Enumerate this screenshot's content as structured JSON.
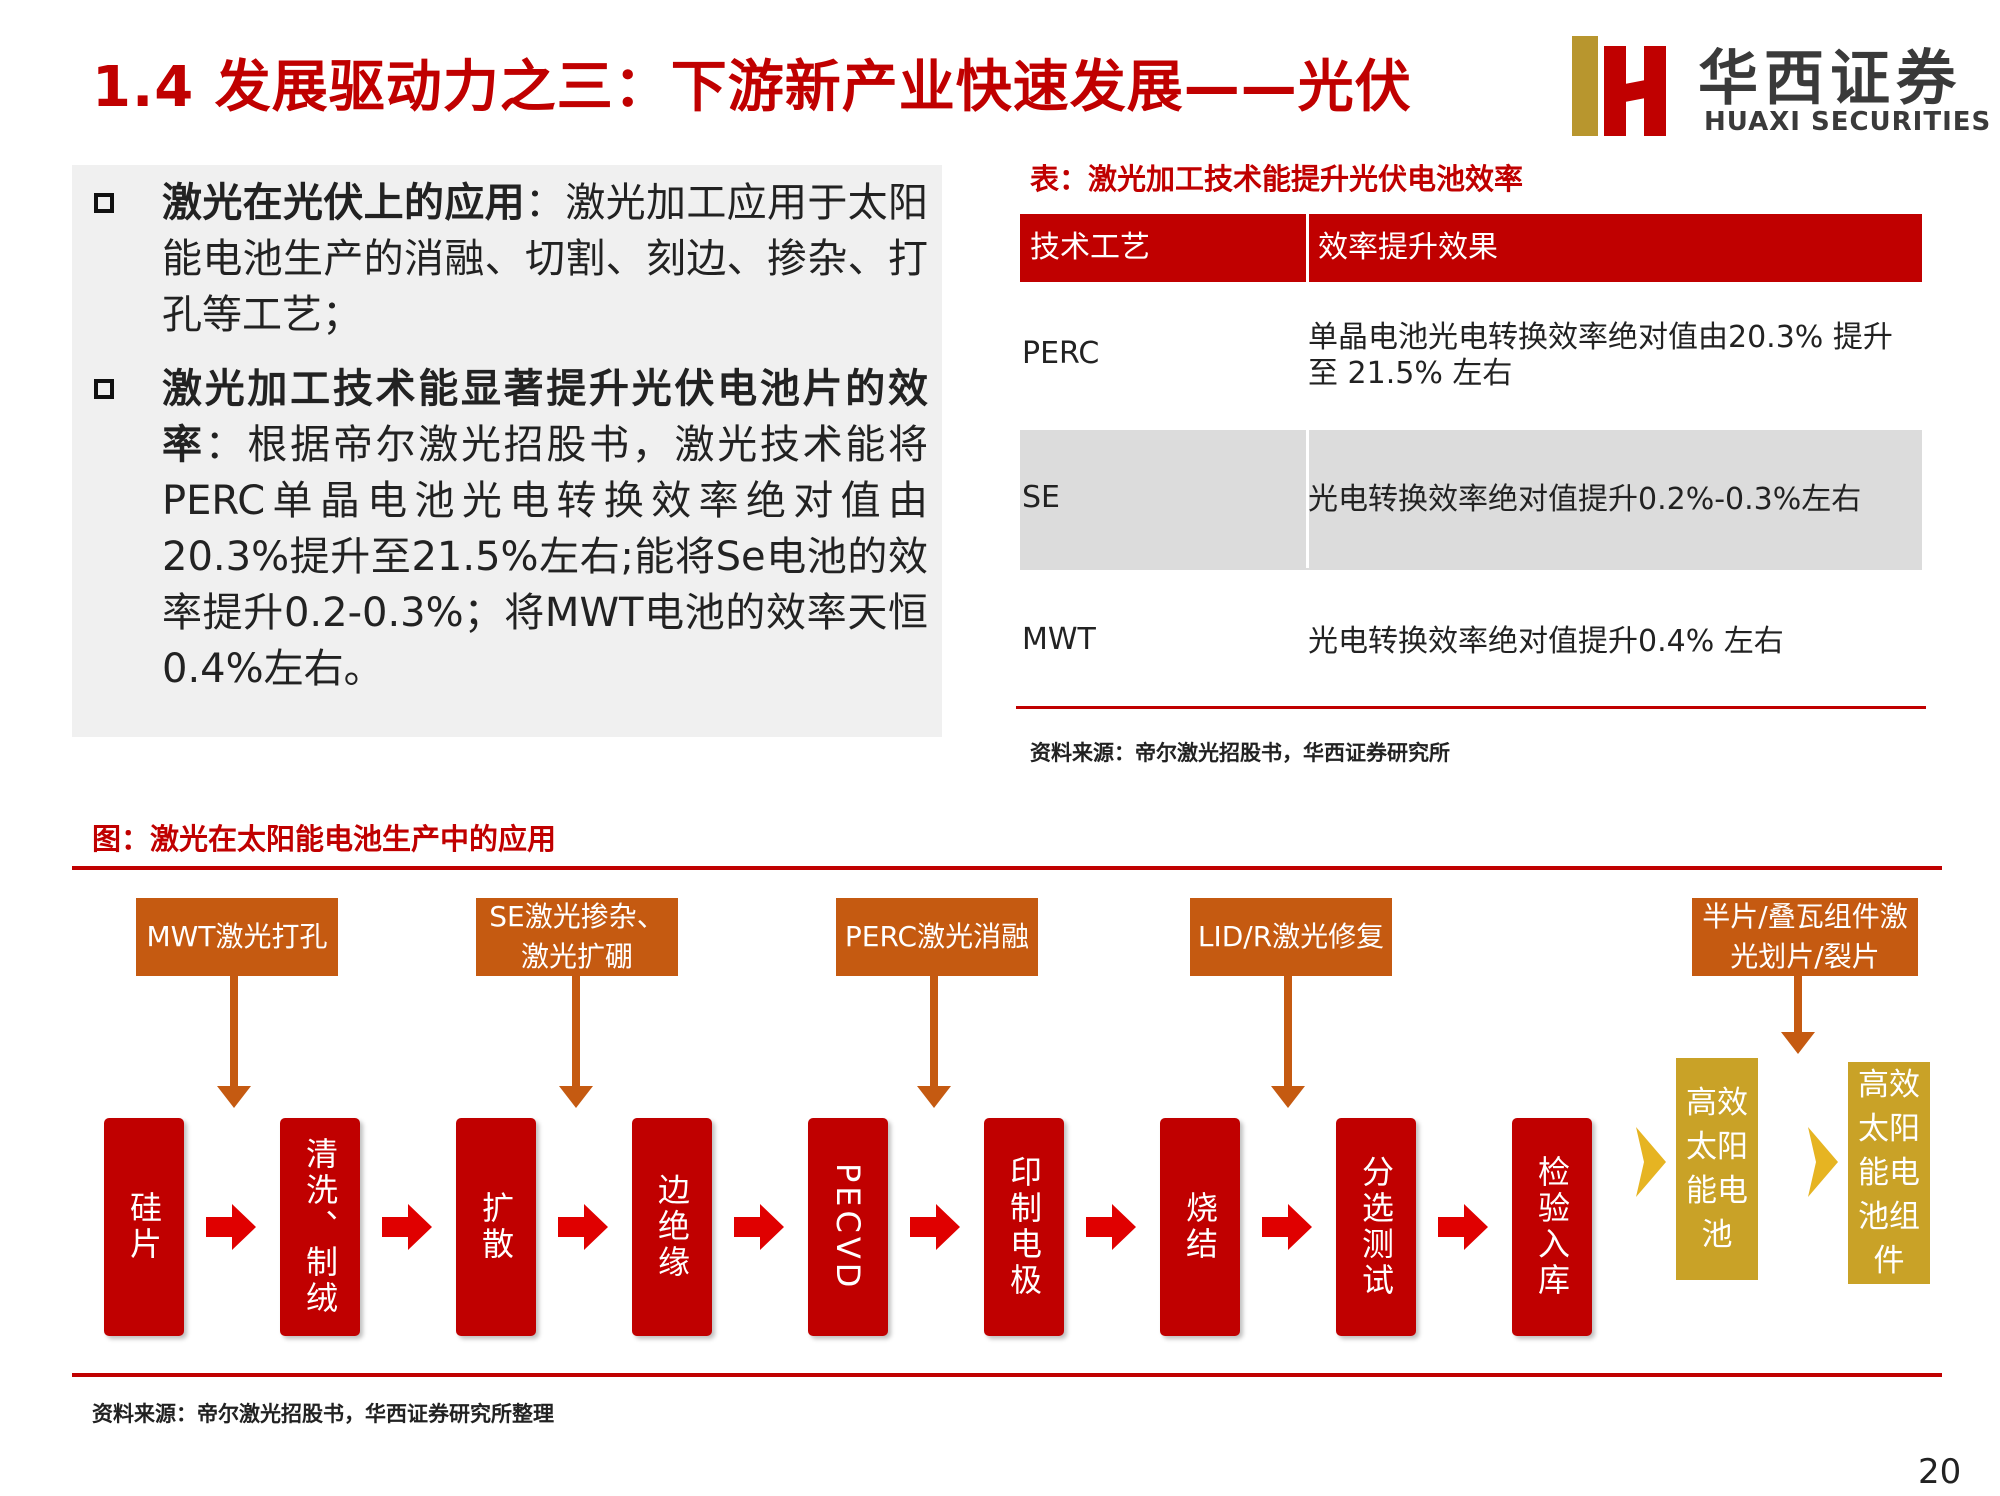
{
  "header": {
    "title": "1.4 发展驱动力之三：下游新产业快速发展——光伏",
    "logo_cn": "华西证券",
    "logo_en": "HUAXI SECURITIES"
  },
  "left_panel": {
    "bullets": [
      {
        "heading": "激光在光伏上的应用",
        "text": "：激光加工应用于太阳能电池生产的消融、切割、刻边、掺杂、打孔等工艺；"
      },
      {
        "heading": "激光加工技术能显著提升光伏电池片的效率",
        "text": "：根据帝尔激光招股书，激光技术能将PERC单晶电池光电转换效率绝对值由20.3%提升至21.5%左右;能将Se电池的效率提升0.2-0.3%；将MWT电池的效率天恒0.4%左右。"
      }
    ]
  },
  "table": {
    "caption": "表：激光加工技术能提升光伏电池效率",
    "headers": [
      "技术工艺",
      "效率提升效果"
    ],
    "rows": [
      [
        "PERC",
        "单晶电池光电转换效率绝对值由20.3% 提升至 21.5% 左右"
      ],
      [
        "SE",
        "光电转换效率绝对值提升0.2%-0.3%左右"
      ],
      [
        "MWT",
        "光电转换效率绝对值提升0.4% 左右"
      ]
    ],
    "source": "资料来源：帝尔激光招股书，华西证券研究所"
  },
  "figure": {
    "caption": "图：激光在太阳能电池生产中的应用",
    "techniques": [
      "MWT激光打孔",
      "SE激光掺杂、激光扩硼",
      "PERC激光消融",
      "LID/R激光修复",
      "半片/叠瓦组件激光划片/裂片"
    ],
    "steps": [
      "硅片",
      "清洗、制绒",
      "扩散",
      "边绝缘",
      "PECVD",
      "印制电极",
      "烧结",
      "分选测试",
      "检验入库"
    ],
    "outputs": [
      "高效太阳能电池",
      "高效太阳能电池组件"
    ],
    "source": "资料来源：帝尔激光招股书，华西证券研究所整理"
  },
  "page_number": "20",
  "colors": {
    "brand_red": "#c00000",
    "technique_orange": "#c55a11",
    "output_gold": "#c9a227",
    "panel_grey": "#f0f0f0"
  }
}
